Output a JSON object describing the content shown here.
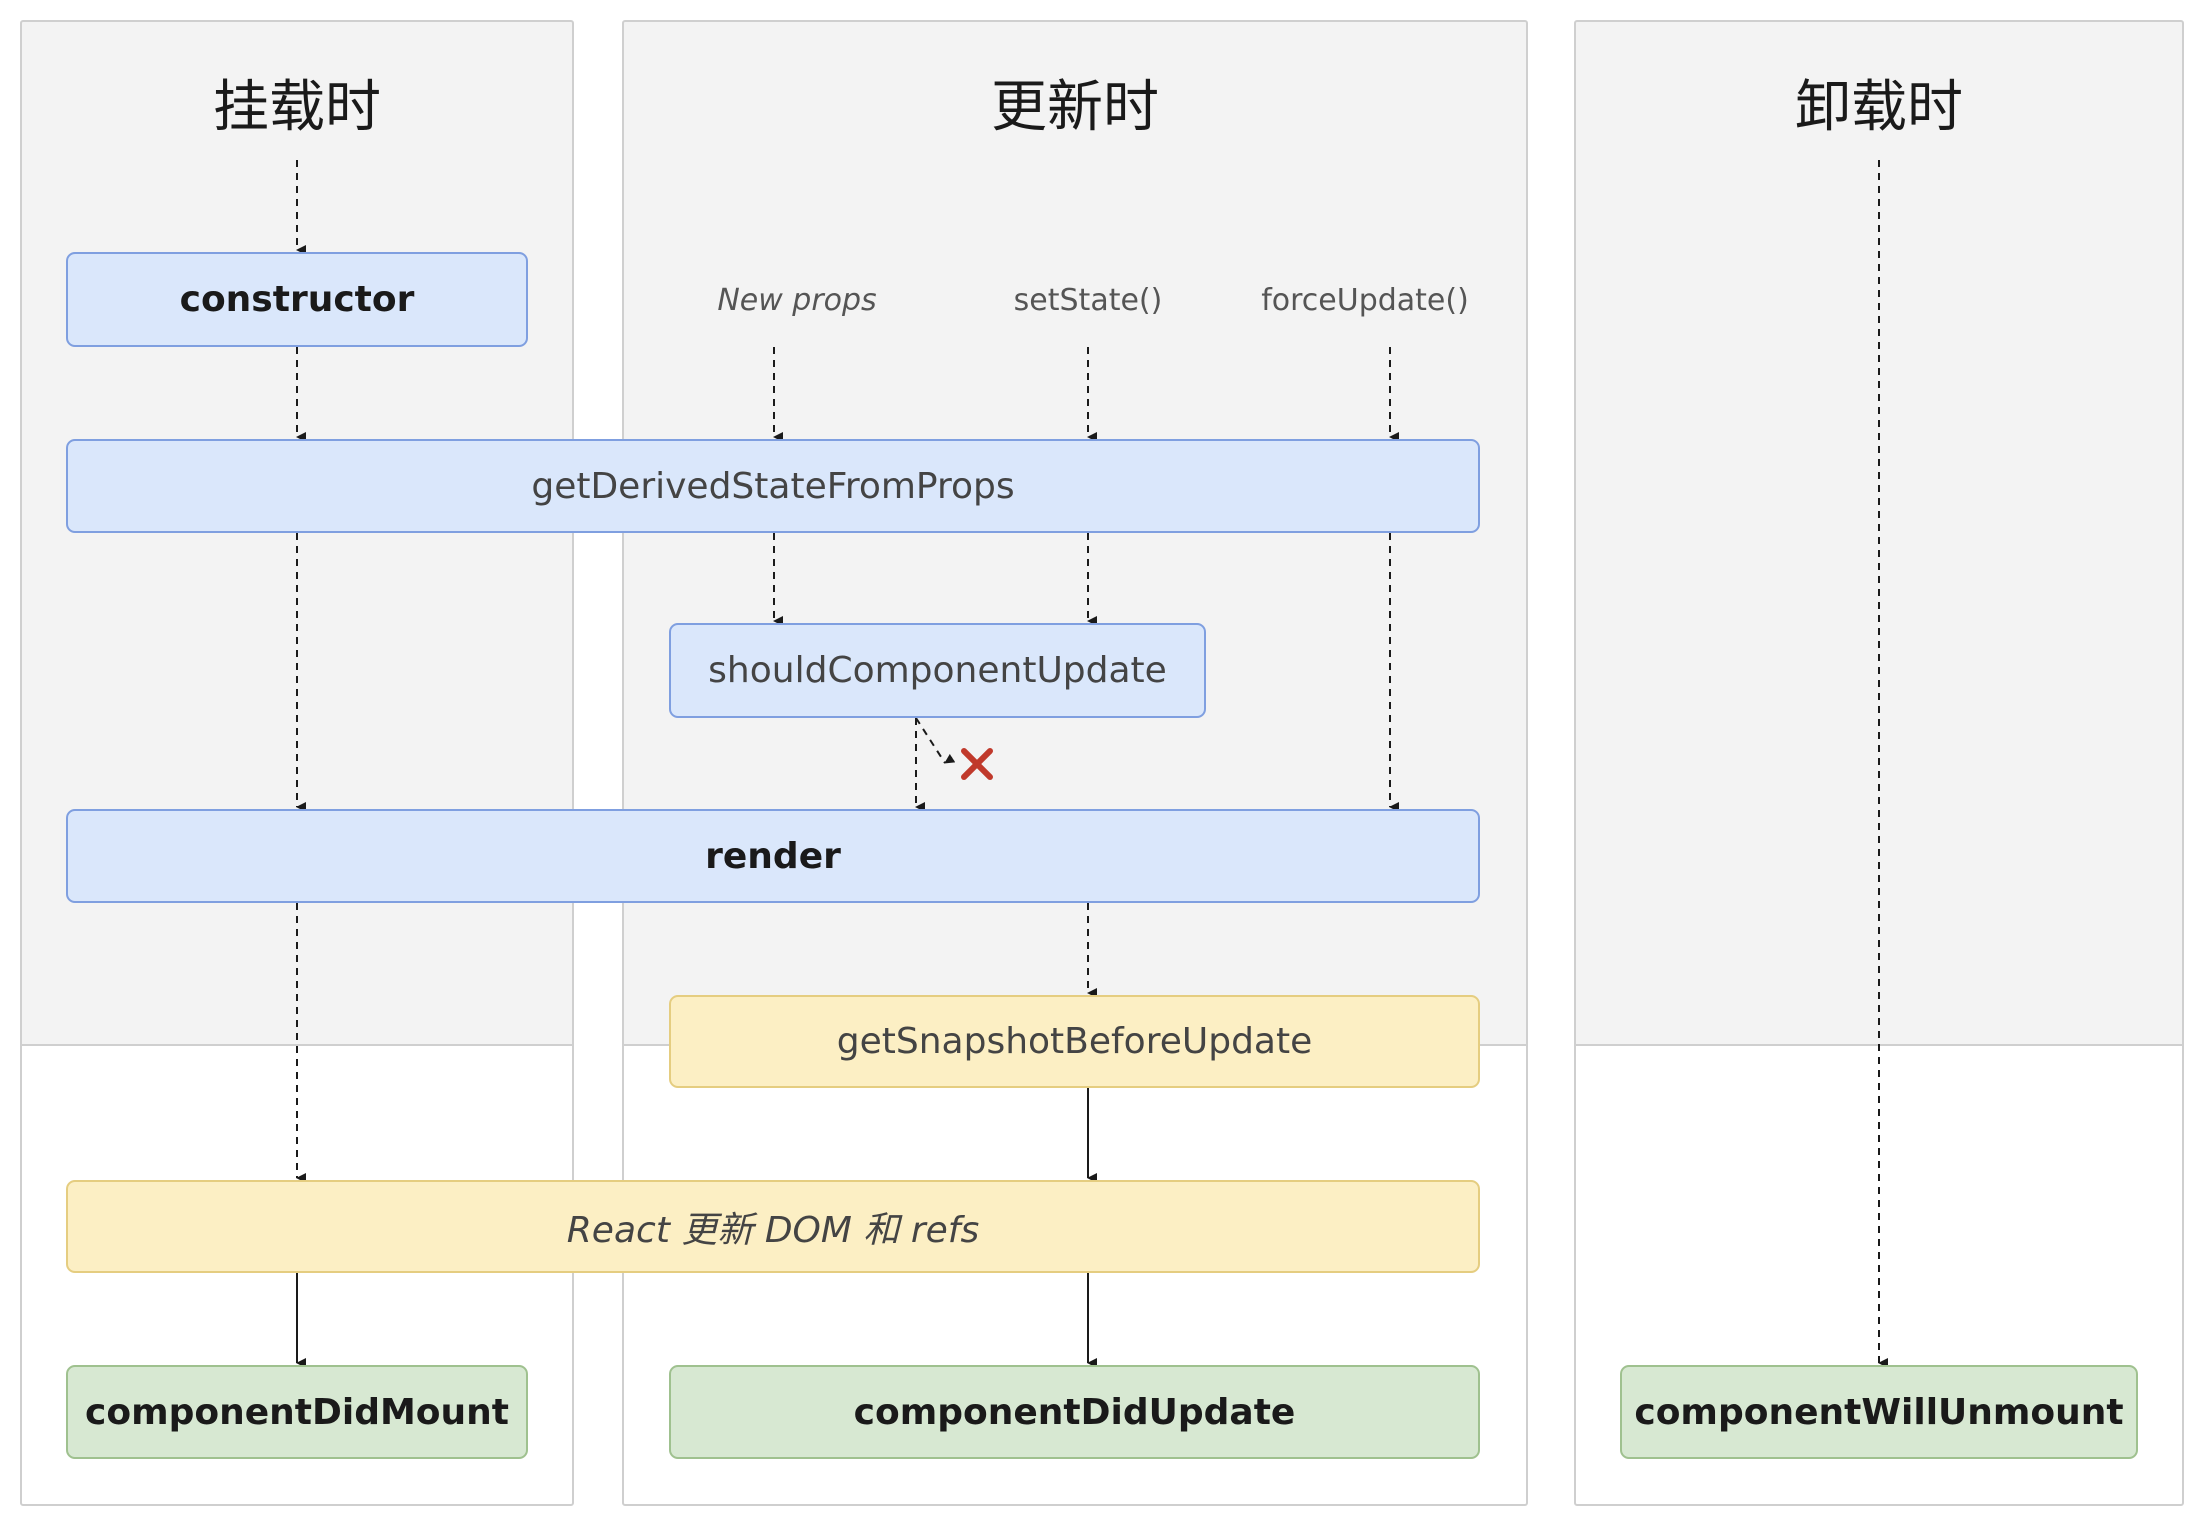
{
  "columns": {
    "mount": {
      "title": "挂载时"
    },
    "update": {
      "title": "更新时"
    },
    "unmount": {
      "title": "卸载时"
    }
  },
  "triggers": {
    "new_props": "New props",
    "set_state": "setState()",
    "force_update": "forceUpdate()"
  },
  "nodes": {
    "constructor": "constructor",
    "get_derived_state_from_props": "getDerivedStateFromProps",
    "should_component_update": "shouldComponentUpdate",
    "render": "render",
    "get_snapshot_before_update": "getSnapshotBeforeUpdate",
    "react_updates_dom": "React 更新 DOM 和 refs",
    "component_did_mount": "componentDidMount",
    "component_did_update": "componentDidUpdate",
    "component_will_unmount": "componentWillUnmount"
  },
  "colors": {
    "render_phase_fill": "#dae7fb",
    "pre_commit_fill": "#fcefc4",
    "commit_fill": "#d7e8d2",
    "cancel_mark": "#c0392b"
  }
}
